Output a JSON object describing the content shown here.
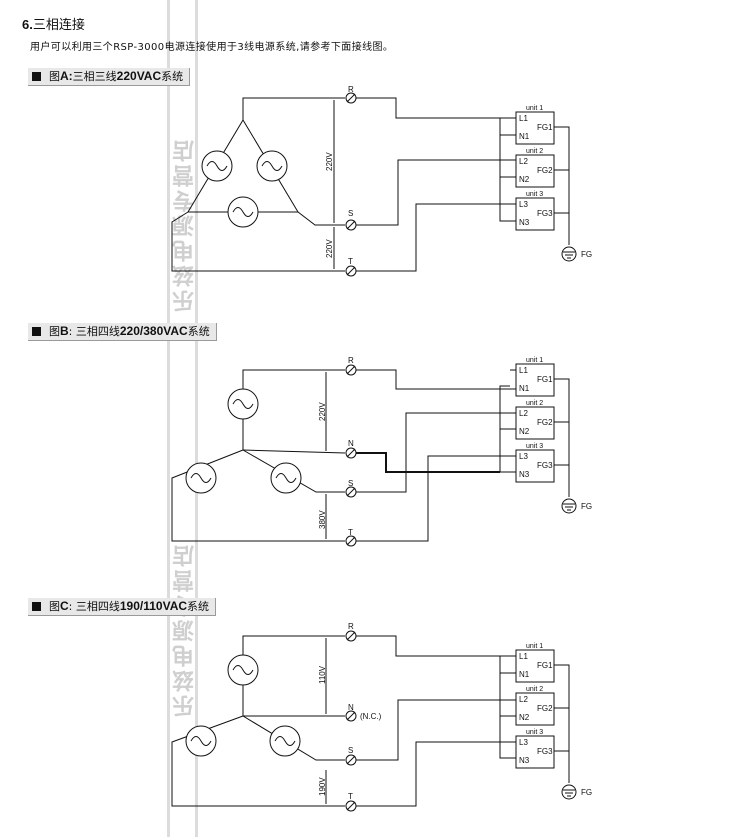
{
  "section": {
    "number": "6.",
    "title": "三相连接"
  },
  "intro": "用户可以利用三个RSP-3000电源连接使用于3线电源系统,请参考下面接线图。",
  "watermark": "乐兹电源专营店",
  "figures": [
    {
      "label_prefix": "图",
      "label_bold": "A:",
      "label_mid": "三相三线",
      "label_voltage": "220VAC",
      "label_suffix": "系统",
      "terminals": [
        "R",
        "S",
        "T"
      ],
      "voltages": [
        "220V",
        "220V"
      ]
    },
    {
      "label_prefix": "图",
      "label_bold": "B",
      "label_mid": ": 三相四线",
      "label_voltage": "220/380VAC",
      "label_suffix": "系统",
      "terminals": [
        "R",
        "N",
        "S",
        "T"
      ],
      "voltages": [
        "220V",
        "380V"
      ]
    },
    {
      "label_prefix": "图",
      "label_bold": "C",
      "label_mid": ": 三相四线",
      "label_voltage": "190/110VAC",
      "label_suffix": "系统",
      "terminals": [
        "R",
        "N",
        "S",
        "T"
      ],
      "nc": "(N.C.)",
      "voltages": [
        "110V",
        "190V"
      ]
    }
  ],
  "units": [
    {
      "name": "unit 1",
      "pins": [
        "L1",
        "N1"
      ],
      "fg": "FG1"
    },
    {
      "name": "unit 2",
      "pins": [
        "L2",
        "N2"
      ],
      "fg": "FG2"
    },
    {
      "name": "unit 3",
      "pins": [
        "L3",
        "N3"
      ],
      "fg": "FG3"
    }
  ],
  "ground_label": "FG"
}
